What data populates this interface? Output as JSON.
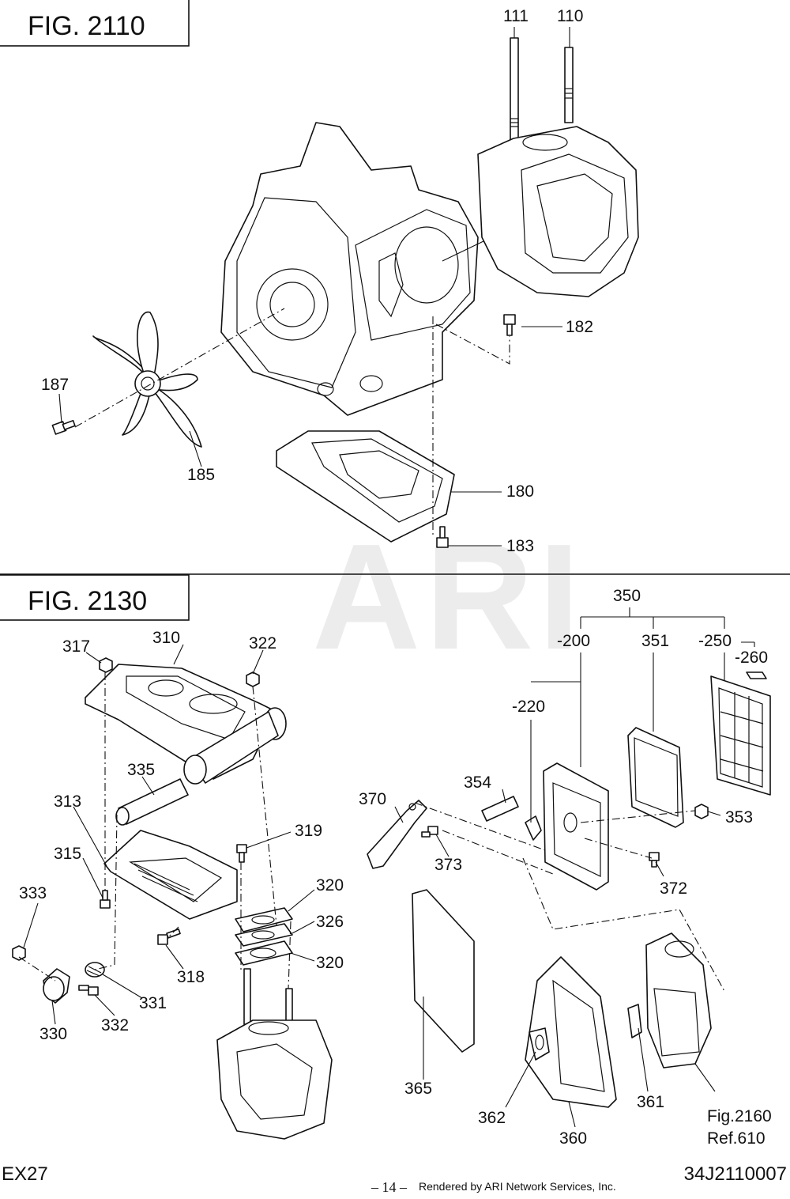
{
  "watermark": "ARI",
  "fig_2110": {
    "title": "FIG.  2110",
    "callouts": {
      "c111": "111",
      "c110": "110",
      "c182": "182",
      "c187": "187",
      "c185": "185",
      "c180": "180",
      "c183": "183"
    }
  },
  "fig_2130": {
    "title": "FIG.  2130",
    "callouts": {
      "c350": "350",
      "c200": "-200",
      "c351": "351",
      "c250": "-250",
      "c260": "-260",
      "c220": "-220",
      "c317": "317",
      "c310": "310",
      "c322": "322",
      "c335": "335",
      "c313": "313",
      "c315": "315",
      "c333": "333",
      "c319": "319",
      "c320a": "320",
      "c326": "326",
      "c320b": "320",
      "c318": "318",
      "c331": "331",
      "c330": "330",
      "c332": "332",
      "c354": "354",
      "c370": "370",
      "c373": "373",
      "c353": "353",
      "c372": "372",
      "c365": "365",
      "c362": "362",
      "c360": "360",
      "c361": "361",
      "ref_fig": "Fig.2160",
      "ref_no": "Ref.610"
    }
  },
  "footer": {
    "model": "EX27",
    "page": "– 14 –",
    "rendered_by": "Rendered by ARI Network Services, Inc.",
    "doc_code": "34J2110007"
  }
}
